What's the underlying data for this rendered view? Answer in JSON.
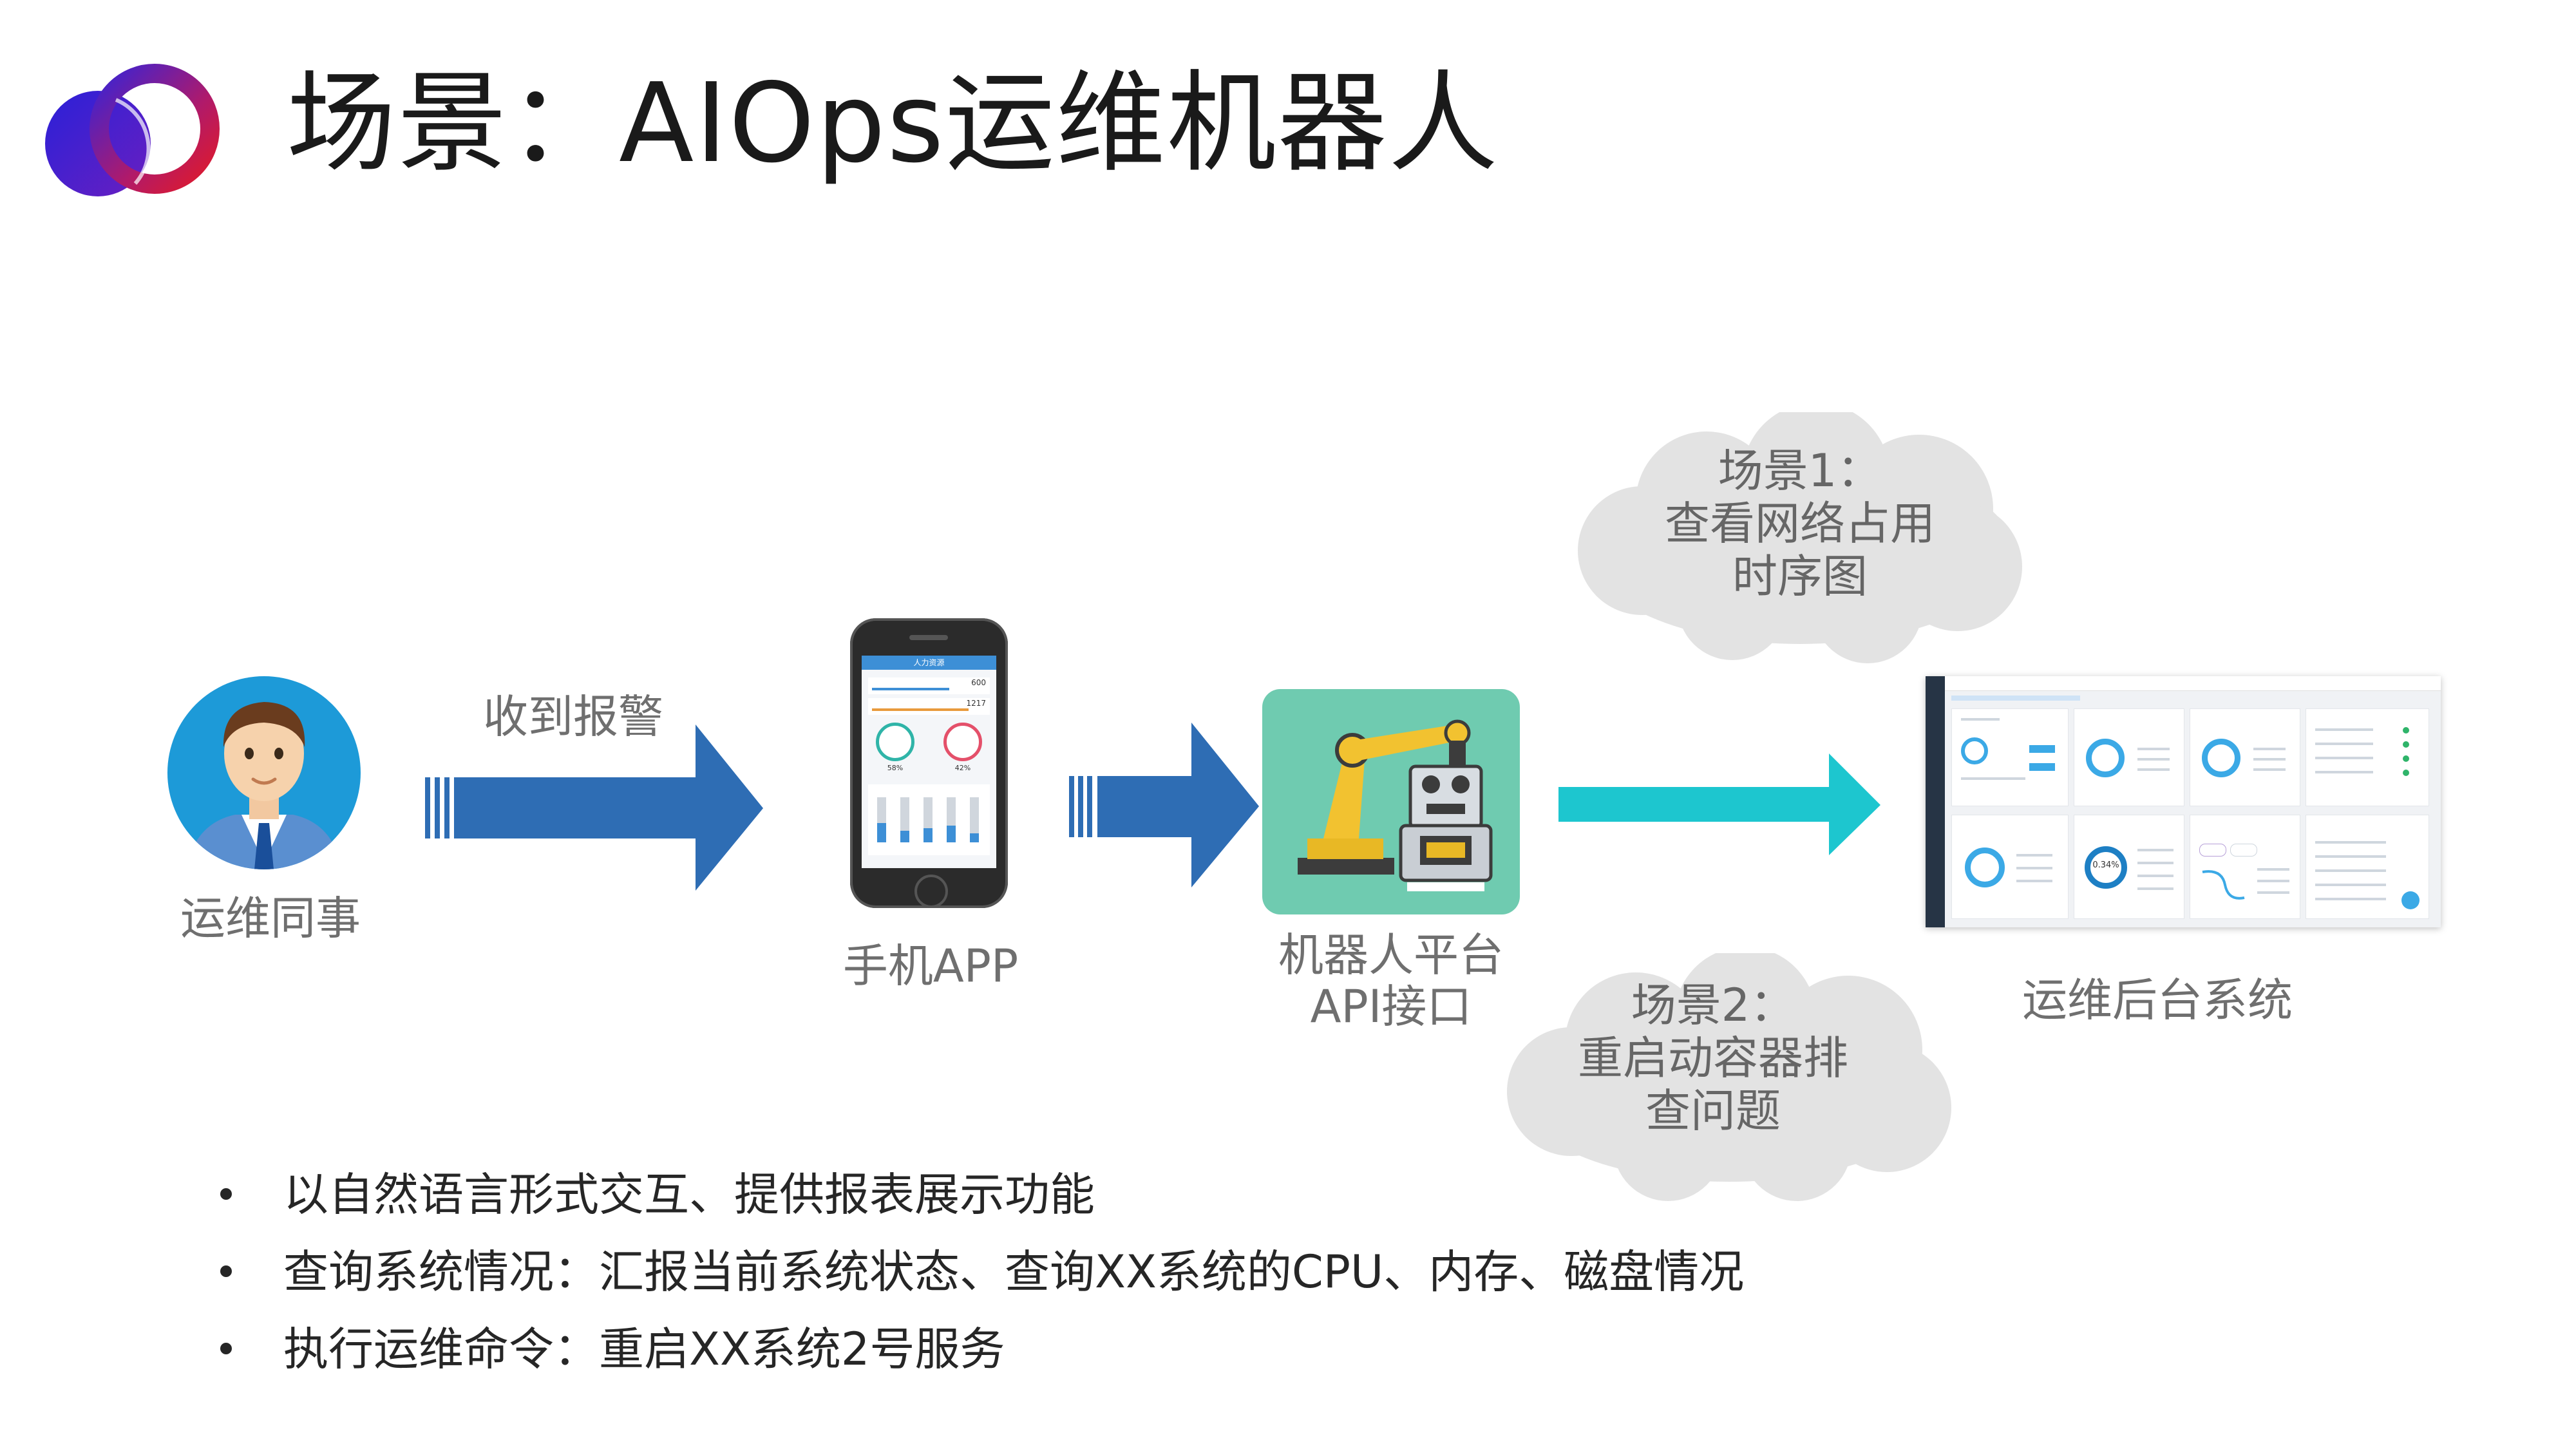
{
  "title": "场景：AIOps运维机器人",
  "logo": {
    "icon": "overlapping-rings-logo",
    "colors": [
      "#2f1fd6",
      "#d8183a",
      "#7a1fb0"
    ]
  },
  "nodes": {
    "colleague": {
      "label": "运维同事",
      "icon": "person-avatar-icon"
    },
    "phone_app": {
      "label": "手机APP",
      "icon": "smartphone-icon"
    },
    "robot_platform": {
      "label_line1": "机器人平台",
      "label_line2": "API接口",
      "icon": "robot-arm-icon"
    },
    "ops_backend": {
      "label": "运维后台系统",
      "icon": "dashboard-screenshot"
    }
  },
  "edges": {
    "alert": {
      "label": "收到报警",
      "color": "#2e6db4"
    },
    "to_robot": {
      "color": "#2e6db4"
    },
    "to_backend": {
      "color": "#1dc6cf"
    }
  },
  "scenarios": {
    "s1": {
      "line1": "场景1：",
      "line2": "查看网络占用",
      "line3": "时序图"
    },
    "s2": {
      "line1": "场景2：",
      "line2": "重启动容器排",
      "line3": "查问题"
    }
  },
  "bullets": [
    "以自然语言形式交互、提供报表展示功能",
    "查询系统情况：汇报当前系统状态、查询XX系统的CPU、内存、磁盘情况",
    "执行运维命令：重启XX系统2号服务"
  ],
  "phone_screen": {
    "header": "人力资源",
    "row1_value": "600",
    "row2_value": "1217",
    "gauge_left": "58%",
    "gauge_right": "42%"
  },
  "dashboard": {
    "donut_value": "0.34%"
  },
  "colors": {
    "arrow_blue": "#2e6db4",
    "arrow_teal": "#1dc6cf",
    "cloud_gray": "#e3e3e3",
    "robot_bg": "#6fcbb0"
  }
}
